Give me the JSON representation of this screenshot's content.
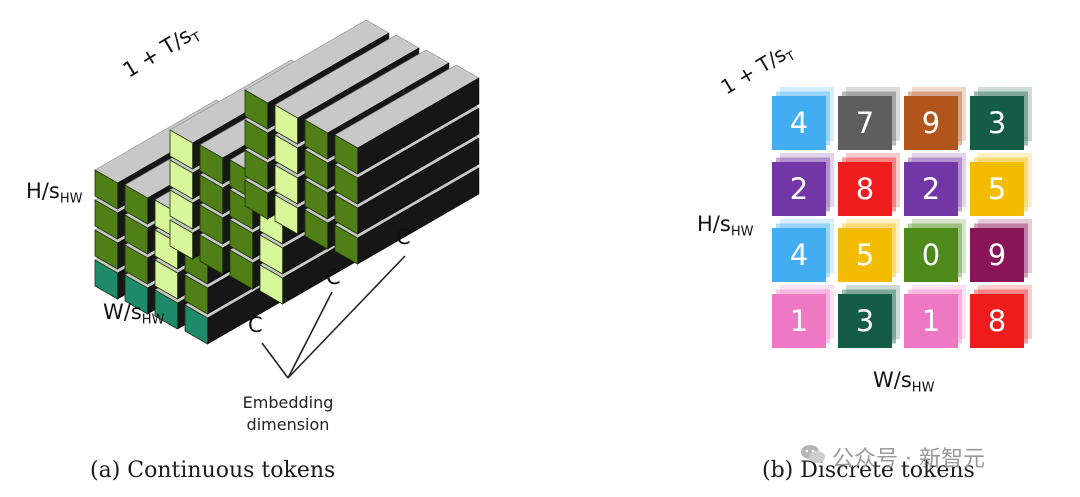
{
  "continuous": {
    "label_time": "1 + T/s",
    "label_time_sub": "T",
    "label_height": "H/s",
    "label_height_sub": "HW",
    "label_width": "W/s",
    "label_width_sub": "HW",
    "channel_label": "C",
    "embedding_line1": "Embedding",
    "embedding_line2": "dimension",
    "caption": "(a) Continuous tokens",
    "colors": {
      "top": "#c8c8c8",
      "side": "#161616",
      "face_dark": "#4f7f16",
      "face_light": "#d7f79a",
      "face_teal": "#1e8a6a"
    }
  },
  "discrete": {
    "label_time": "1 + T/s",
    "label_time_sub": "T",
    "label_height": "H/s",
    "label_height_sub": "HW",
    "label_width": "W/s",
    "label_width_sub": "HW",
    "caption": "(b) Discrete tokens",
    "grid": [
      [
        {
          "digit": "4",
          "color": "#42adf0"
        },
        {
          "digit": "7",
          "color": "#5e5e5e"
        },
        {
          "digit": "9",
          "color": "#b0561c"
        },
        {
          "digit": "3",
          "color": "#145c45"
        }
      ],
      [
        {
          "digit": "2",
          "color": "#7236a6"
        },
        {
          "digit": "8",
          "color": "#ee1c1c"
        },
        {
          "digit": "2",
          "color": "#7236a6"
        },
        {
          "digit": "5",
          "color": "#f4bc00"
        }
      ],
      [
        {
          "digit": "4",
          "color": "#42adf0"
        },
        {
          "digit": "5",
          "color": "#f4bc00"
        },
        {
          "digit": "0",
          "color": "#4d8a1a"
        },
        {
          "digit": "9",
          "color": "#8a1458"
        }
      ],
      [
        {
          "digit": "1",
          "color": "#ee78c4"
        },
        {
          "digit": "3",
          "color": "#145c45"
        },
        {
          "digit": "1",
          "color": "#ee78c4"
        },
        {
          "digit": "8",
          "color": "#ee1c1c"
        }
      ]
    ]
  },
  "watermark": {
    "text": "公众号 · 新智元"
  }
}
